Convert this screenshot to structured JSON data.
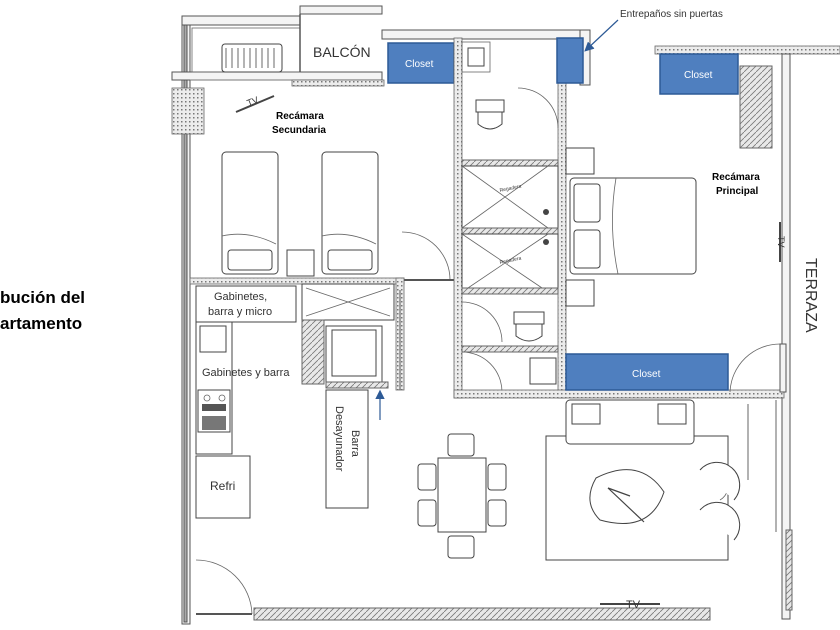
{
  "title": {
    "line1": "bución del",
    "line2": "artamento"
  },
  "annotation": "Entrepaños sin puertas",
  "rooms": {
    "balcon": "BALCÓN",
    "recamara_sec_1": "Recámara",
    "recamara_sec_2": "Secundaria",
    "recamara_prin_1": "Recámara",
    "recamara_prin_2": "Principal",
    "terraza": "TERRAZA",
    "gabinetes_1": "Gabinetes,",
    "gabinetes_2": "barra y micro",
    "gabinetes_barra": "Gabinetes y barra",
    "refri": "Refri",
    "barra_1": "Barra",
    "barra_2": "Desayunador"
  },
  "closets": [
    "Closet",
    "Closet",
    "Closet"
  ],
  "tv_labels": [
    "TV",
    "TV",
    "TV"
  ],
  "colors": {
    "closet": "#4f7fbf",
    "arrow": "#2d5a96",
    "wall": "#9a9a9a"
  }
}
